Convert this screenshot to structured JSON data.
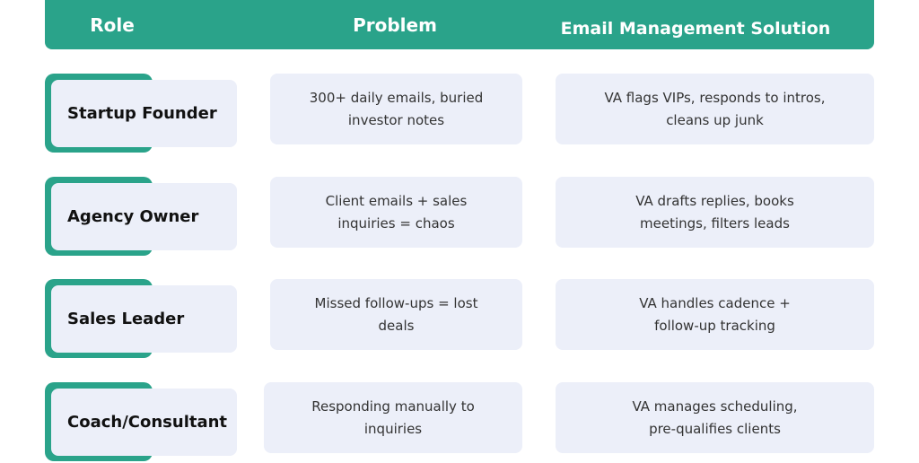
{
  "header": {
    "role": "Role",
    "problem": "Problem",
    "solution": "Email Management Solution"
  },
  "rows": [
    {
      "role": "Startup Founder",
      "problem": [
        "300+ daily emails, buried",
        "investor notes"
      ],
      "solution": [
        "VA flags VIPs, responds to intros,",
        "cleans up junk"
      ]
    },
    {
      "role": "Agency Owner",
      "problem": [
        "Client emails + sales",
        "inquiries = chaos"
      ],
      "solution": [
        "VA drafts replies, books",
        "meetings, filters leads"
      ]
    },
    {
      "role": "Sales Leader",
      "problem": [
        "Missed follow-ups = lost",
        "deals"
      ],
      "solution": [
        "VA handles cadence +",
        "follow-up tracking"
      ]
    },
    {
      "role": "Coach/Consultant",
      "problem": [
        "Responding manually to",
        "inquiries"
      ],
      "solution": [
        "VA manages scheduling,",
        "pre-qualifies clients"
      ]
    }
  ],
  "colors": {
    "accent": "#2aa38a",
    "card": "#eceff9"
  }
}
